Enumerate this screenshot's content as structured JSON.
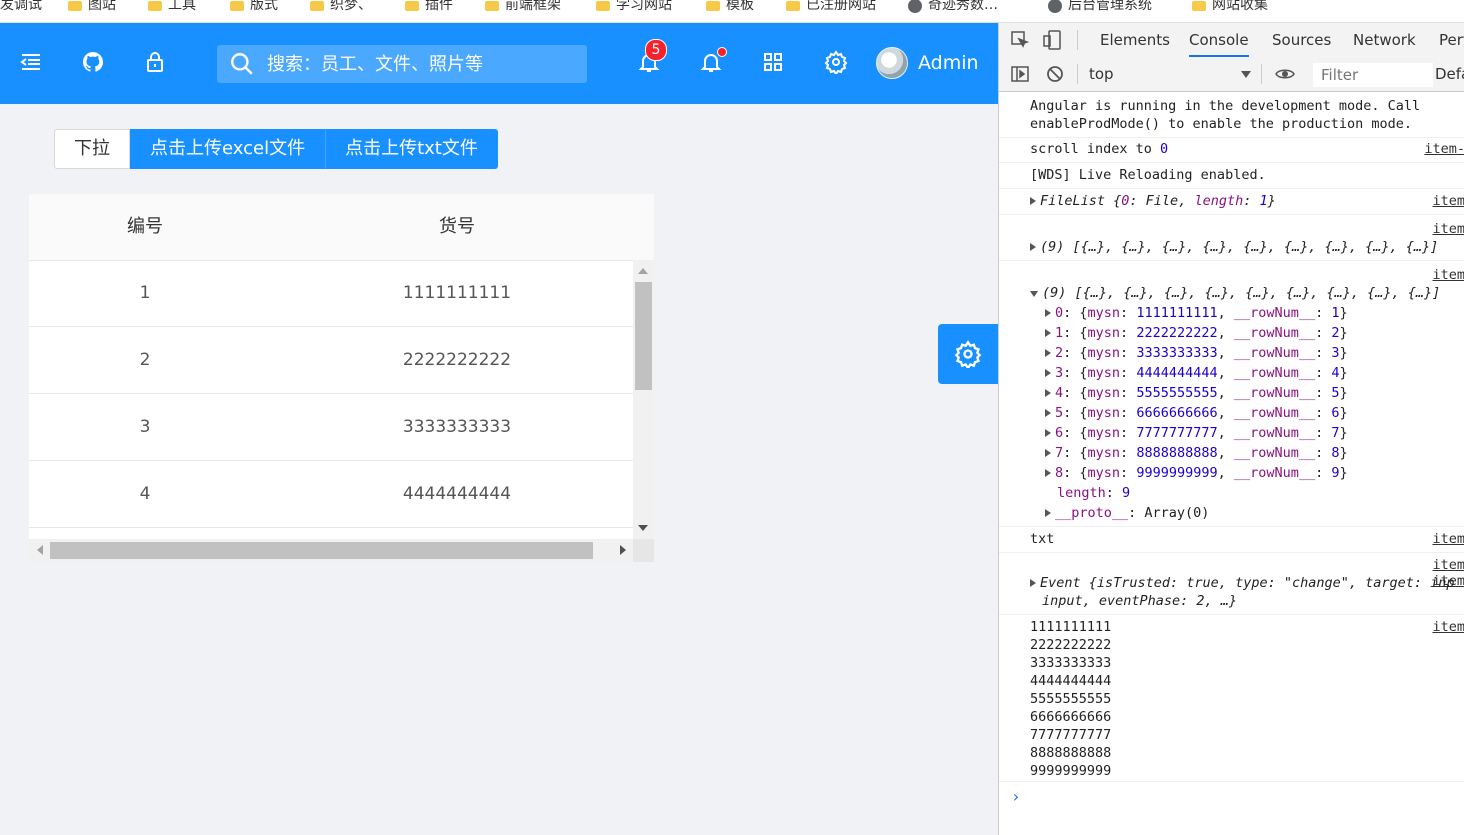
{
  "bookmarks": [
    "发调试",
    "图站",
    "工具",
    "版式",
    "织梦、",
    "插件",
    "前端框架",
    "学习网站",
    "模板",
    "已注册网站",
    "奇迹秀数…",
    "后台管理系统",
    "网站收集"
  ],
  "header": {
    "search_placeholder": "搜索：员工、文件、照片等",
    "notification_count": "5",
    "user_name": "Admin",
    "brand_color": "#1890ff"
  },
  "toolbar": {
    "dropdown_label": "下拉",
    "upload_excel_label": "点击上传excel文件",
    "upload_txt_label": "点击上传txt文件"
  },
  "table": {
    "columns": [
      "编号",
      "货号"
    ],
    "rows": [
      [
        "1",
        "1111111111"
      ],
      [
        "2",
        "2222222222"
      ],
      [
        "3",
        "3333333333"
      ],
      [
        "4",
        "4444444444"
      ]
    ]
  },
  "devtools": {
    "tabs": [
      "Elements",
      "Console",
      "Sources",
      "Network",
      "Perf"
    ],
    "active_tab": "Console",
    "context": "top",
    "filter_placeholder": "Filter",
    "levels_label": "Defa",
    "messages": {
      "angular_line1": "Angular is running in the development mode. Call",
      "angular_line2": "enableProdMode() to enable the production mode.",
      "scroll_text": "scroll index to ",
      "scroll_value": "0",
      "scroll_src": "item-",
      "wds": "[WDS] Live Reloading enabled.",
      "filelist_prefix": "FileList {",
      "filelist_k0": "0",
      "filelist_v0": ": File, ",
      "filelist_klen": "length",
      "filelist_vlen": "1",
      "filelist_suffix": "}",
      "filelist_src": "item",
      "arr_collapsed": "(9) [{…}, {…}, {…}, {…}, {…}, {…}, {…}, {…}, {…}]",
      "arr_src1": "item",
      "arr_src2": "item",
      "arr_expanded": "(9) [{…}, {…}, {…}, {…}, {…}, {…}, {…}, {…}, {…}]",
      "txt": "txt",
      "txt_src": "item",
      "event_line1": "Event {isTrusted: true, type: \"change\", target: inp",
      "event_line2": "input, eventPhase: 2, …}",
      "event_src1": "item",
      "event_src2": "item",
      "txt_values": [
        "1111111111",
        "2222222222",
        "3333333333",
        "4444444444",
        "5555555555",
        "6666666666",
        "7777777777",
        "8888888888",
        "9999999999"
      ],
      "txt_values_src": "item"
    },
    "array_items": [
      {
        "idx": "0",
        "mysn": "1111111111",
        "rownum": "1"
      },
      {
        "idx": "1",
        "mysn": "2222222222",
        "rownum": "2"
      },
      {
        "idx": "2",
        "mysn": "3333333333",
        "rownum": "3"
      },
      {
        "idx": "3",
        "mysn": "4444444444",
        "rownum": "4"
      },
      {
        "idx": "4",
        "mysn": "5555555555",
        "rownum": "5"
      },
      {
        "idx": "5",
        "mysn": "6666666666",
        "rownum": "6"
      },
      {
        "idx": "6",
        "mysn": "7777777777",
        "rownum": "7"
      },
      {
        "idx": "7",
        "mysn": "8888888888",
        "rownum": "8"
      },
      {
        "idx": "8",
        "mysn": "9999999999",
        "rownum": "9"
      }
    ],
    "array_length_label": "length",
    "array_length_value": "9",
    "proto_label": "__proto__",
    "proto_value": ": Array(0)"
  }
}
